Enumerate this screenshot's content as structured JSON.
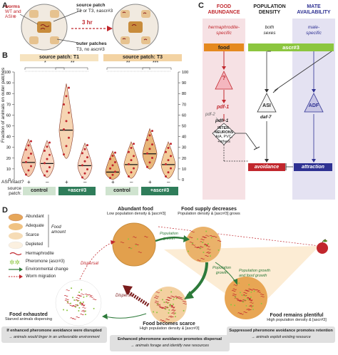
{
  "panels": {
    "a": "A",
    "b": "B",
    "c": "C",
    "d": "D"
  },
  "panel_a": {
    "worms_line1": "worms",
    "worms_line2": "WT and",
    "worms_line3": "ASI⊗",
    "source_line1": "source patch",
    "source_line2": "T1 or T3, ±ascr#3",
    "duration": "3 hr",
    "outer_line1": "outer patches",
    "outer_line2": "T3, no ascr#3"
  },
  "panel_b": {
    "group1_title": "source patch: T1",
    "group2_title": "source patch: T3",
    "y_axis_title": "Fraction of animals on outer patches",
    "yticks": [
      "0",
      "10",
      "20",
      "30",
      "40",
      "50",
      "60",
      "70",
      "80",
      "90",
      "100"
    ],
    "sig1a": "*",
    "sig1b": "**",
    "sig2a": "**",
    "sig2b": "***",
    "asi_label": "ASI intact?",
    "patch_label1": "source",
    "patch_label2": "patch:",
    "plus": "+",
    "minus": "–",
    "control": "control",
    "ascr": "+ascr#3",
    "chart_data": {
      "type": "violin",
      "categories": [
        "T1 control ASI+",
        "T1 control ASI-",
        "T1 +ascr#3 ASI+",
        "T1 +ascr#3 ASI-",
        "T3 control ASI+",
        "T3 control ASI-",
        "T3 +ascr#3 ASI+",
        "T3 +ascr#3 ASI-"
      ],
      "medians": [
        16,
        15,
        46,
        13,
        7,
        14,
        24,
        14
      ],
      "ylim": [
        0,
        100
      ]
    }
  },
  "panel_c": {
    "col1_line1": "FOOD",
    "col1_line2": "ABUNDANCE",
    "col2_line1": "POPULATION",
    "col2_line2": "DENSITY",
    "col3_line1": "MATE",
    "col3_line2": "AVAILABILITY",
    "herm_line1": "hermaphrodite-",
    "herm_line2": "specific",
    "both_line1": "both",
    "both_line2": "sexes",
    "male_line1": "male-",
    "male_line2": "specific",
    "food": "food",
    "ascr": "ascr#3",
    "question": "?",
    "pdf1": "pdf-1",
    "pdf2": "pdf-2",
    "pdfr1": "pdfr-1",
    "inter_line1": "INTER-",
    "inter_line2": "NEURONS",
    "inter_line3": "AIA, PVC,",
    "inter_line4": "+others",
    "asi": "ASI",
    "daf7": "daf-7",
    "adf": "ADF",
    "avoidance": "avoidance",
    "attraction": "attraction"
  },
  "panel_d": {
    "legend": {
      "abundant": "Abundant",
      "adequate": "Adequate",
      "scarce": "Scarce",
      "depleted": "Depleted",
      "food_word": "Food",
      "amount_word": "amount",
      "herm": "Hermaphrodite",
      "pheromone": "Pheromone (ascr#3)",
      "env": "Environmental change",
      "migration": "Worm migration"
    },
    "abundant_title": "Abundant food",
    "abundant_sub": "Low population density & [ascr#3]",
    "decrease_title": "Food supply decreases",
    "decrease_sub": "Population density & [ascr#3] grows",
    "pop_growth1": "Population",
    "pop_growth2": "growth",
    "pop_food1": "Population growth",
    "pop_food2": "and food growth",
    "dispersal": "Dispersal",
    "scarce_title": "Food becomes scarce",
    "scarce_sub": "High population density & [ascr#3]",
    "plentiful_title": "Food remains plentiful",
    "plentiful_sub": "High population density & [ascr#3]",
    "exhausted_title": "Food exhausted",
    "exhausted_sub": "Starved animals dispersing",
    "box1_title": "If enhanced pheromone avoidance were disrupted",
    "box1_sub": "→ animals would linger in an unfavorable environment",
    "box2_title": "Enhanced pheromone avoidance promotes dispersal",
    "box2_sub": "→ animals forage and identify new resources",
    "box3_title": "Suppressed pheromone avoidance promotes retention",
    "box3_sub": "→ animals exploit existing resource"
  },
  "colors": {
    "food_orange": "#e5891f",
    "ascr_green": "#8cc63f",
    "avoid_red": "#c1272d",
    "attract_navy": "#2e3192",
    "control_green": "#cfe3cf",
    "box_gray": "#e0e0e0"
  }
}
